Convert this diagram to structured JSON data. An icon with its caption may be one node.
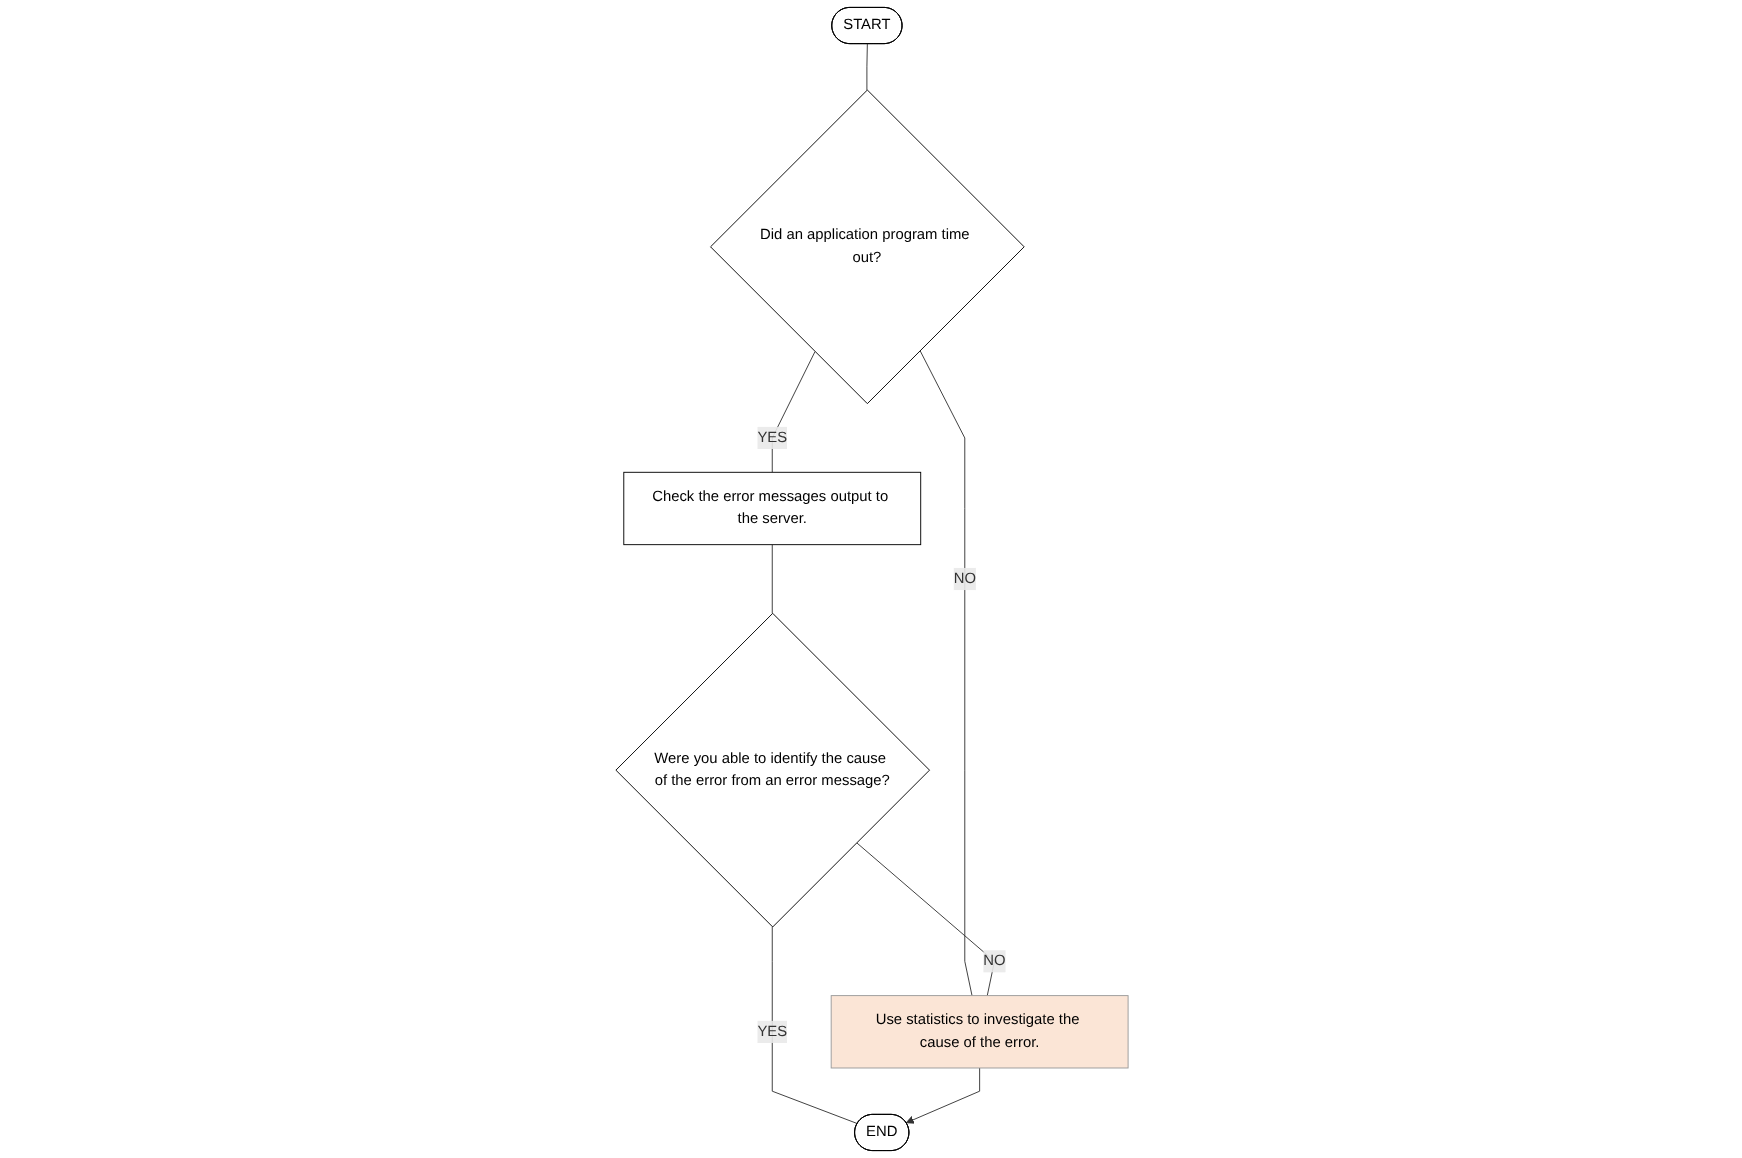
{
  "diagram": {
    "nodes": [
      {
        "text": [
          "START"
        ]
      },
      {
        "text": [
          "Did an application program time out?"
        ]
      },
      {
        "text": [
          "Check the error messages output to the server."
        ]
      },
      {
        "text": [
          "Were you able to identify the cause of the error from an error message?"
        ]
      },
      {
        "text": [
          "Use statistics to investigate the cause of the error."
        ]
      },
      {
        "text": [
          "END"
        ]
      }
    ],
    "edges": [
      {
        "from": 0,
        "to": 1,
        "arrow": "none"
      },
      {
        "from": 1,
        "to": 2,
        "arrow": "none",
        "label": "YES"
      },
      {
        "from": 1,
        "to": 4,
        "arrow": "none",
        "label": "NO"
      },
      {
        "from": 2,
        "to": 3,
        "arrow": "none"
      },
      {
        "from": 3,
        "to": 4,
        "arrow": "none",
        "label": "NO"
      },
      {
        "from": 3,
        "to": 5,
        "arrow": "none",
        "label": "YES"
      },
      {
        "from": 4,
        "to": 5,
        "arrow": "to"
      }
    ]
  }
}
